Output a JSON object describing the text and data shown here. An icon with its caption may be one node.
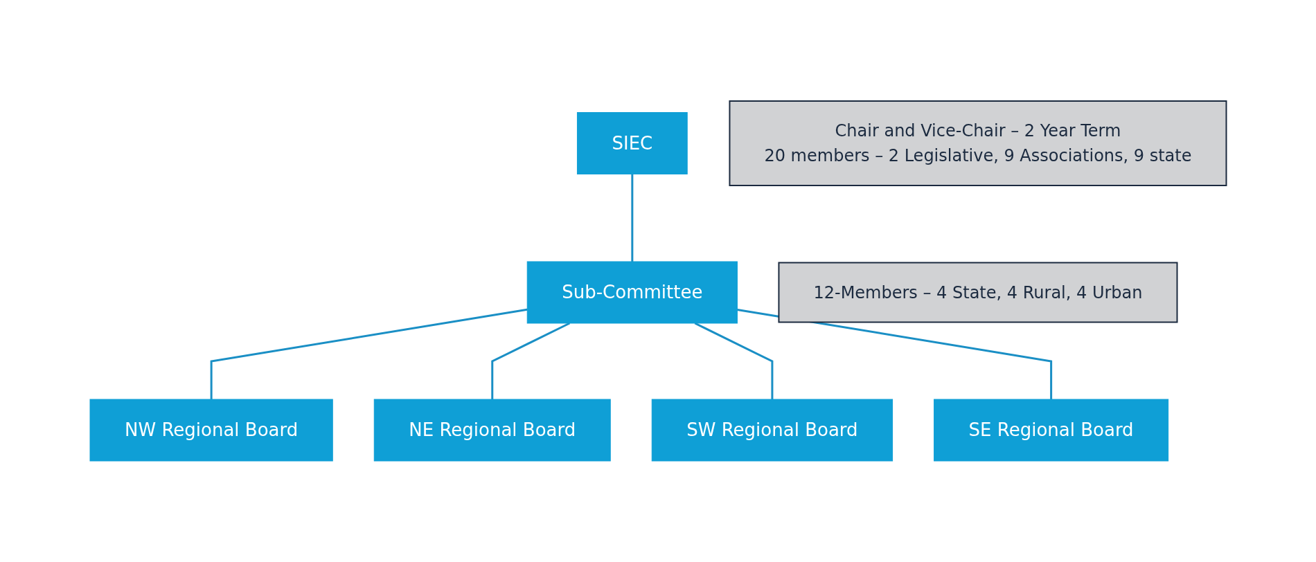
{
  "diagram": {
    "nodes": [
      {
        "text": [
          "SIEC"
        ]
      },
      {
        "text": [
          "Chair and Vice-Chair – 2 Year Term",
          "20 members – 2 Legislative, 9 Associations, 9 state"
        ]
      },
      {
        "text": [
          "Sub-Committee"
        ]
      },
      {
        "text": [
          "12-Members – 4 State, 4 Rural, 4 Urban"
        ]
      },
      {
        "text": [
          "NW Regional Board"
        ]
      },
      {
        "text": [
          "NE Regional Board"
        ]
      },
      {
        "text": [
          "SW Regional Board"
        ]
      },
      {
        "text": [
          "SE Regional Board"
        ]
      }
    ],
    "edges": [
      {
        "from": 0,
        "to": 2,
        "arrow": "none"
      },
      {
        "from": 2,
        "to": 4,
        "arrow": "none"
      },
      {
        "from": 2,
        "to": 5,
        "arrow": "none"
      },
      {
        "from": 2,
        "to": 6,
        "arrow": "none"
      },
      {
        "from": 2,
        "to": 7,
        "arrow": "none"
      }
    ]
  }
}
